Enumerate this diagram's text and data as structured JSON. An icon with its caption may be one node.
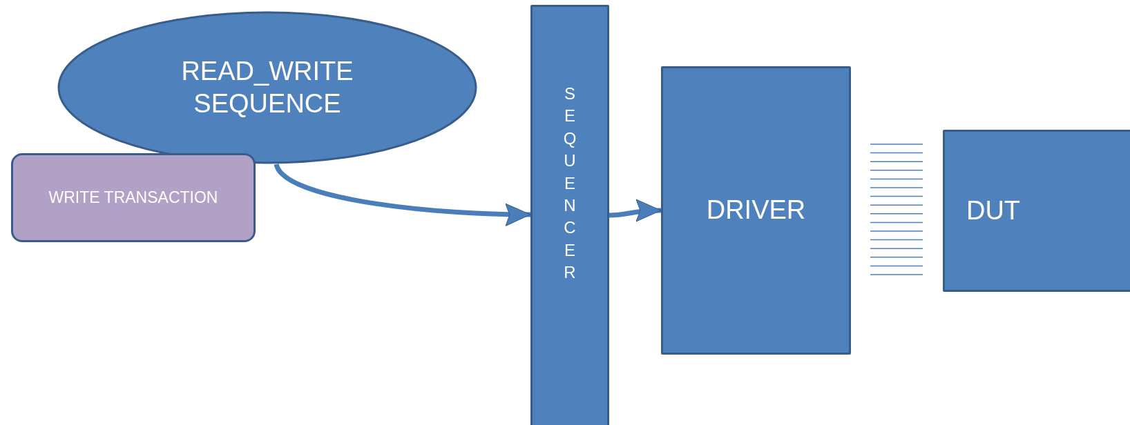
{
  "diagram": {
    "nodes": [
      {
        "text": [
          "READ_WRITE SEQUENCE"
        ]
      },
      {
        "text": [
          "WRITE TRANSACTION"
        ]
      },
      {
        "text": [
          "SEQUENCER"
        ]
      },
      {
        "text": [
          "DRIVER"
        ]
      },
      {
        "text": [
          "DUT"
        ]
      }
    ],
    "edges": [
      {
        "from": 0,
        "to": 2,
        "arrow": "to"
      },
      {
        "from": 2,
        "to": 3,
        "arrow": "to"
      }
    ]
  }
}
